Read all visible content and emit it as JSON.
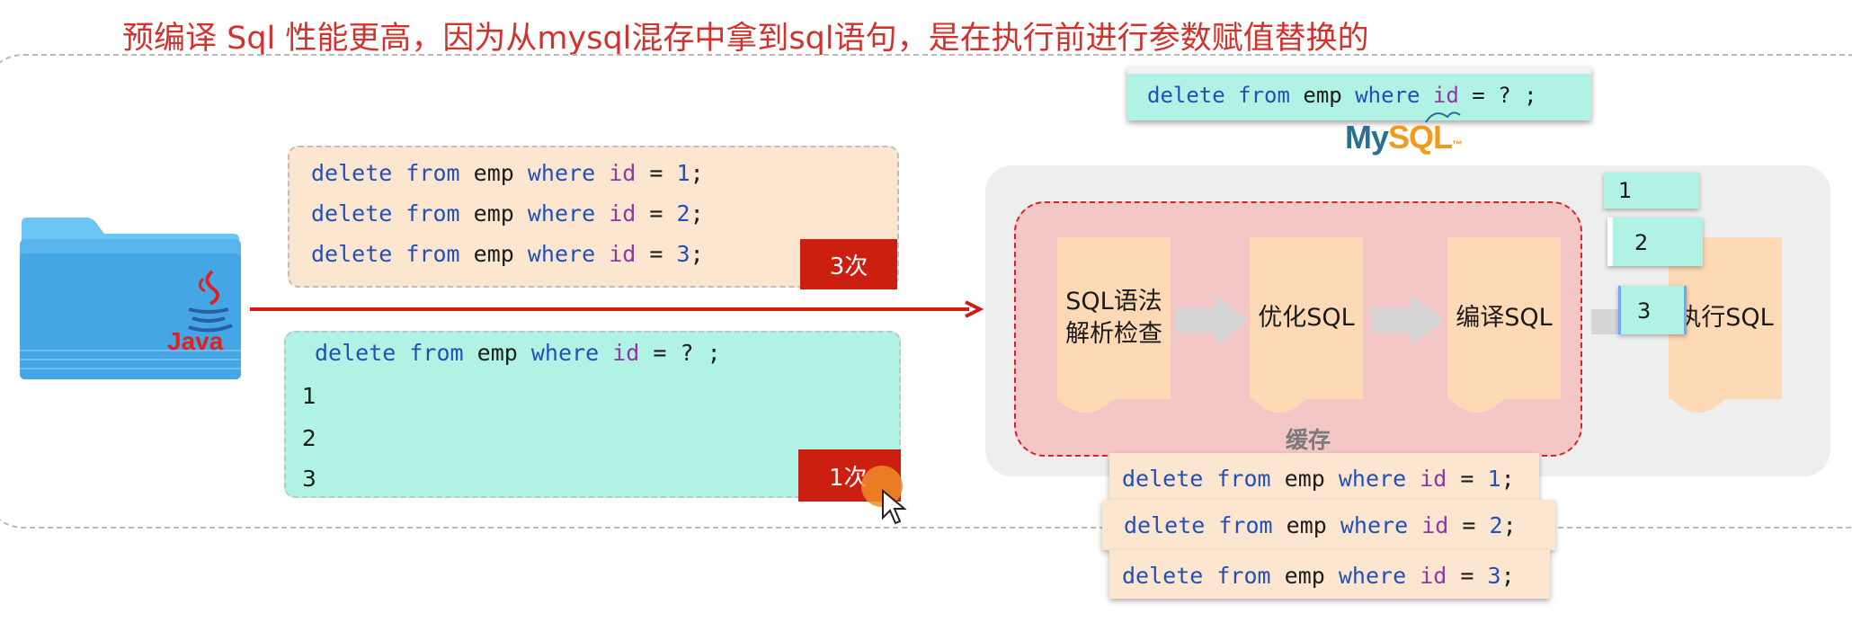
{
  "title": "预编译 Sql 性能更高，因为从mysql混存中拿到sql语句，是在执行前进行参数赋值替换的",
  "logo": {
    "java_label": "Java",
    "mysql_my": "My",
    "mysql_sql": "SQL",
    "mysql_tm": "™"
  },
  "sql_tokens": {
    "delete": "delete",
    "from": "from",
    "table": "emp",
    "where": "where",
    "col": "id",
    "eq": "=",
    "placeholder": "?",
    "semi": ";"
  },
  "direct_statements": {
    "values": [
      "1",
      "2",
      "3"
    ],
    "badge": "3次"
  },
  "prepared_statement": {
    "params": [
      "1",
      "2",
      "3"
    ],
    "badge": "1次"
  },
  "pipeline": {
    "steps": [
      "SQL语法\n解析检查",
      "优化SQL",
      "编译SQL",
      "执行SQL"
    ],
    "cache_label": "缓存"
  },
  "mysql_cached_statement": "? ;",
  "param_cards": [
    "1",
    "2",
    "3"
  ],
  "cached_statements": {
    "values": [
      "1",
      "2",
      "3"
    ]
  },
  "colors": {
    "title": "#d1322b",
    "keyword": "#2151b8",
    "column": "#8d3aa3",
    "badge": "#cc1f12",
    "teal_box": "#b0f2e3",
    "peach_box": "#fde6cf",
    "cache_area": "#f4c7c7"
  }
}
